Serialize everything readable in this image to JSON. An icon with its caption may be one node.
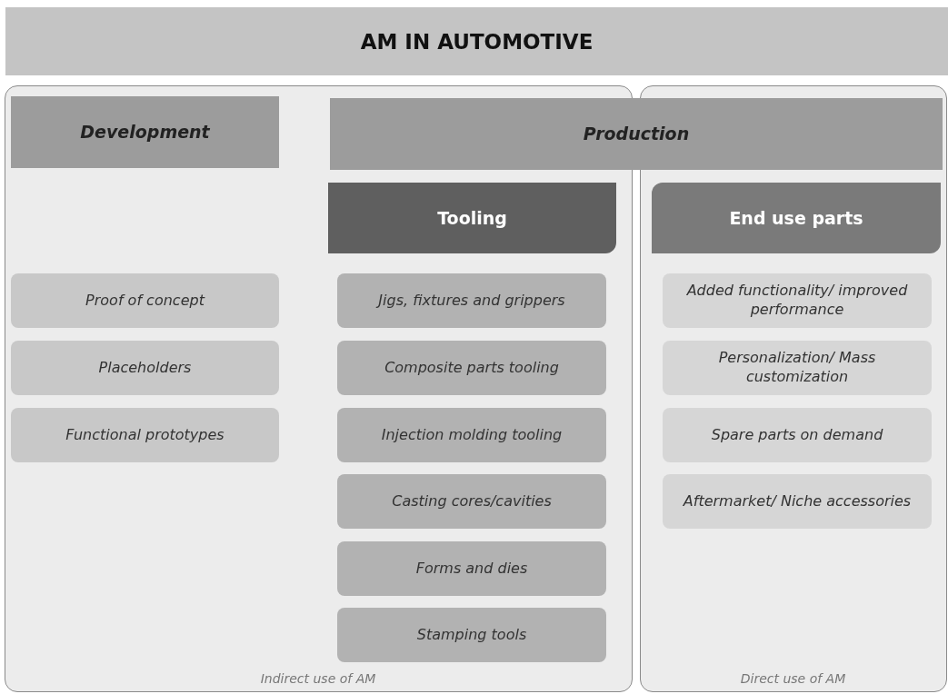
{
  "diagram": {
    "title": "AM IN AUTOMOTIVE",
    "nodes": [
      {
        "text": [
          "Indirect use of AM"
        ]
      },
      {
        "text": [
          "Direct use of AM"
        ]
      },
      {
        "text": [
          "Development"
        ],
        "in": 0
      },
      {
        "text": [
          "Production"
        ]
      },
      {
        "text": [
          "Tooling"
        ],
        "in": 0
      },
      {
        "text": [
          "End use parts"
        ],
        "in": 1
      },
      {
        "text": [
          "Proof of concept"
        ],
        "in": 0
      },
      {
        "text": [
          "Placeholders"
        ],
        "in": 0
      },
      {
        "text": [
          "Functional prototypes"
        ],
        "in": 0
      },
      {
        "text": [
          "Jigs, fixtures and grippers"
        ],
        "in": 0
      },
      {
        "text": [
          "Composite parts tooling"
        ],
        "in": 0
      },
      {
        "text": [
          "Injection molding tooling"
        ],
        "in": 0
      },
      {
        "text": [
          "Casting cores/cavities"
        ],
        "in": 0
      },
      {
        "text": [
          "Forms and dies"
        ],
        "in": 0
      },
      {
        "text": [
          "Stamping tools"
        ],
        "in": 0
      },
      {
        "text": [
          "Added functionality/ improved performance"
        ],
        "in": 1
      },
      {
        "text": [
          "Personalization/ Mass customization"
        ],
        "in": 1
      },
      {
        "text": [
          "Spare parts on demand"
        ],
        "in": 1
      },
      {
        "text": [
          "Aftermarket/ Niche accessories"
        ],
        "in": 1
      }
    ],
    "edges": []
  }
}
